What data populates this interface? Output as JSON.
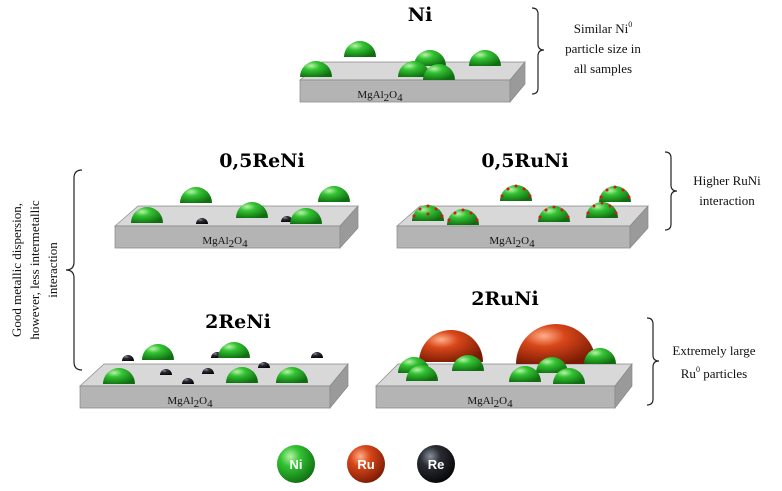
{
  "colors": {
    "ni": "#2bb82b",
    "ru": "#c93a10",
    "re": "#1a1a1a",
    "plate_top": "#d8d8d8",
    "plate_front": "#b4b4b4",
    "plate_side": "#9a9a9a",
    "ru_decoration": "#d8141c"
  },
  "panels": {
    "ni": {
      "title": "Ni",
      "support_main": "MgAl",
      "support_sub1": "2",
      "support_mid": "O",
      "support_sub2": "4"
    },
    "reni05": {
      "title": "0,5ReNi",
      "support_main": "MgAl",
      "support_sub1": "2",
      "support_mid": "O",
      "support_sub2": "4"
    },
    "runi05": {
      "title": "0,5RuNi",
      "support_main": "MgAl",
      "support_sub1": "2",
      "support_mid": "O",
      "support_sub2": "4"
    },
    "reni2": {
      "title": "2ReNi",
      "support_main": "MgAl",
      "support_sub1": "2",
      "support_mid": "O",
      "support_sub2": "4"
    },
    "runi2": {
      "title": "2RuNi",
      "support_main": "MgAl",
      "support_sub1": "2",
      "support_mid": "O",
      "support_sub2": "4"
    }
  },
  "annotations": {
    "top_right": {
      "line1_pre": "Similar Ni",
      "line1_sup": "0",
      "line2": "particle size in",
      "line3": "all samples"
    },
    "mid_right": {
      "line1": "Higher RuNi",
      "line2": "interaction"
    },
    "bottom_right": {
      "line1": "Extremely large",
      "line2_pre": "Ru",
      "line2_sup": "0",
      "line2_post": " particles"
    },
    "left": {
      "line1": "Good metallic dispersion,",
      "line2": "however, less intermetallic",
      "line3": "interaction"
    }
  },
  "legend": [
    {
      "label": "Ni",
      "color": "#2bb82b",
      "icon": "ni-sphere-icon"
    },
    {
      "label": "Ru",
      "color": "#c93a10",
      "icon": "ru-sphere-icon"
    },
    {
      "label": "Re",
      "color": "#1a1a1a",
      "icon": "re-sphere-icon"
    }
  ]
}
